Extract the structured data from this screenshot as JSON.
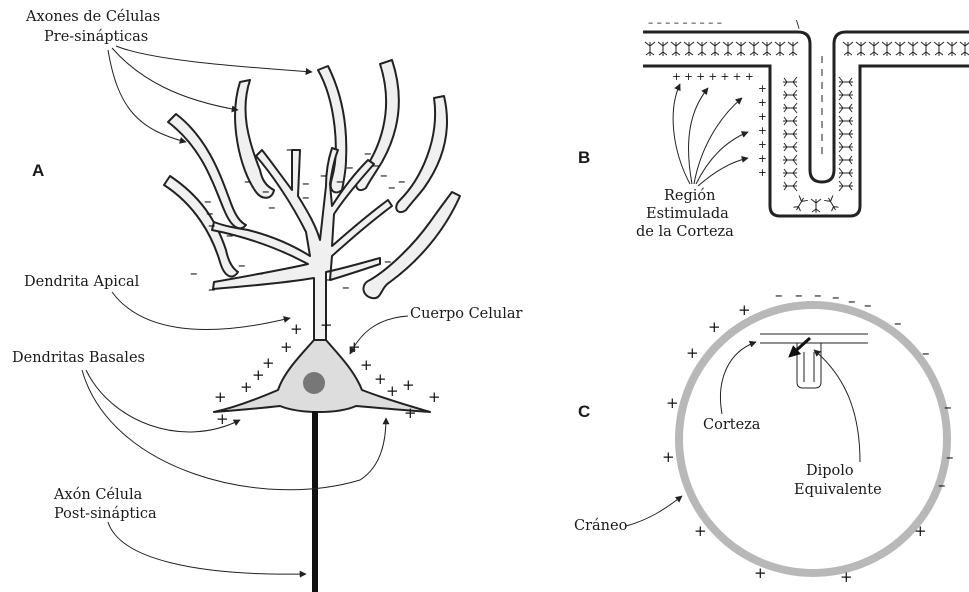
{
  "panels": {
    "a": {
      "letter": "A",
      "labels": {
        "axons_line1": "Axones de Células",
        "axons_line2": "Pre-sinápticas",
        "apical": "Dendrita Apical",
        "basal": "Dendritas Basales",
        "soma": "Cuerpo Celular",
        "axon_line1": "Axón Célula",
        "axon_line2": "Post-sináptica"
      },
      "neg_sign": "–",
      "pos_sign": "+"
    },
    "b": {
      "letter": "B",
      "labels": {
        "line1": "Región",
        "line2": "Estimulada",
        "line3": "de la Corteza"
      }
    },
    "c": {
      "letter": "C",
      "labels": {
        "cortex": "Corteza",
        "dipole_line1": "Dipolo",
        "dipole_line2": "Equivalente",
        "skull": "Cráneo"
      }
    }
  },
  "colors": {
    "ink": "#222222",
    "soma_fill": "#dddddd",
    "nucleus": "#777777",
    "skull": "#b8b8b8"
  }
}
